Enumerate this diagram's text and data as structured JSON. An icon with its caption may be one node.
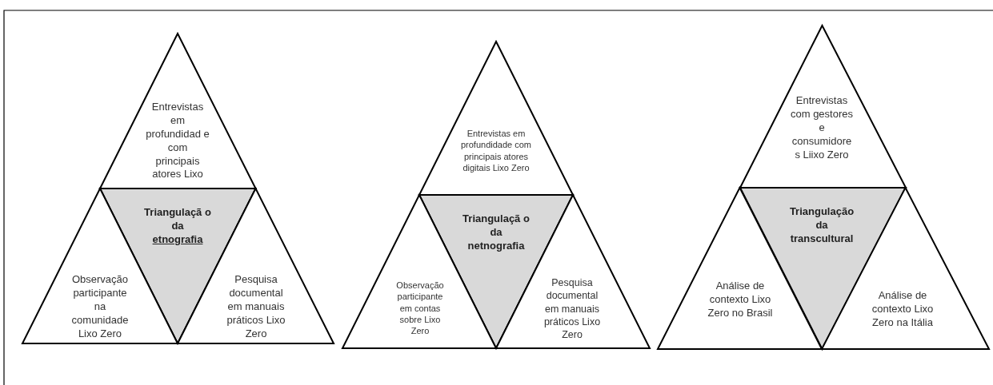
{
  "diagram": {
    "nodes": [
      {
        "text": [
          "Entrevistas em profundidad e com principais atores Lixo"
        ]
      },
      {
        "text": [
          "Triangulaçã o da",
          "etnografia"
        ]
      },
      {
        "text": [
          "Observação participante na comunidade Lixo Zero"
        ]
      },
      {
        "text": [
          "Pesquisa documental em manuais práticos Lixo Zero"
        ]
      },
      {
        "text": [
          "Entrevistas em profundidade com principais atores digitais Lixo Zero"
        ]
      },
      {
        "text": [
          "Triangulaçã o da netnografia"
        ]
      },
      {
        "text": [
          "Observação participante em contas sobre Lixo Zero"
        ]
      },
      {
        "text": [
          "Pesquisa documental em manuais práticos Lixo Zero"
        ]
      },
      {
        "text": [
          "Entrevistas com gestores e consumidore s Liixo Zero"
        ]
      },
      {
        "text": [
          "Triangulação da transcultural"
        ]
      },
      {
        "text": [
          "Análise de contexto Lixo Zero no Brasil"
        ]
      },
      {
        "text": [
          "Análise de contexto Lixo Zero na Itália"
        ]
      }
    ]
  }
}
